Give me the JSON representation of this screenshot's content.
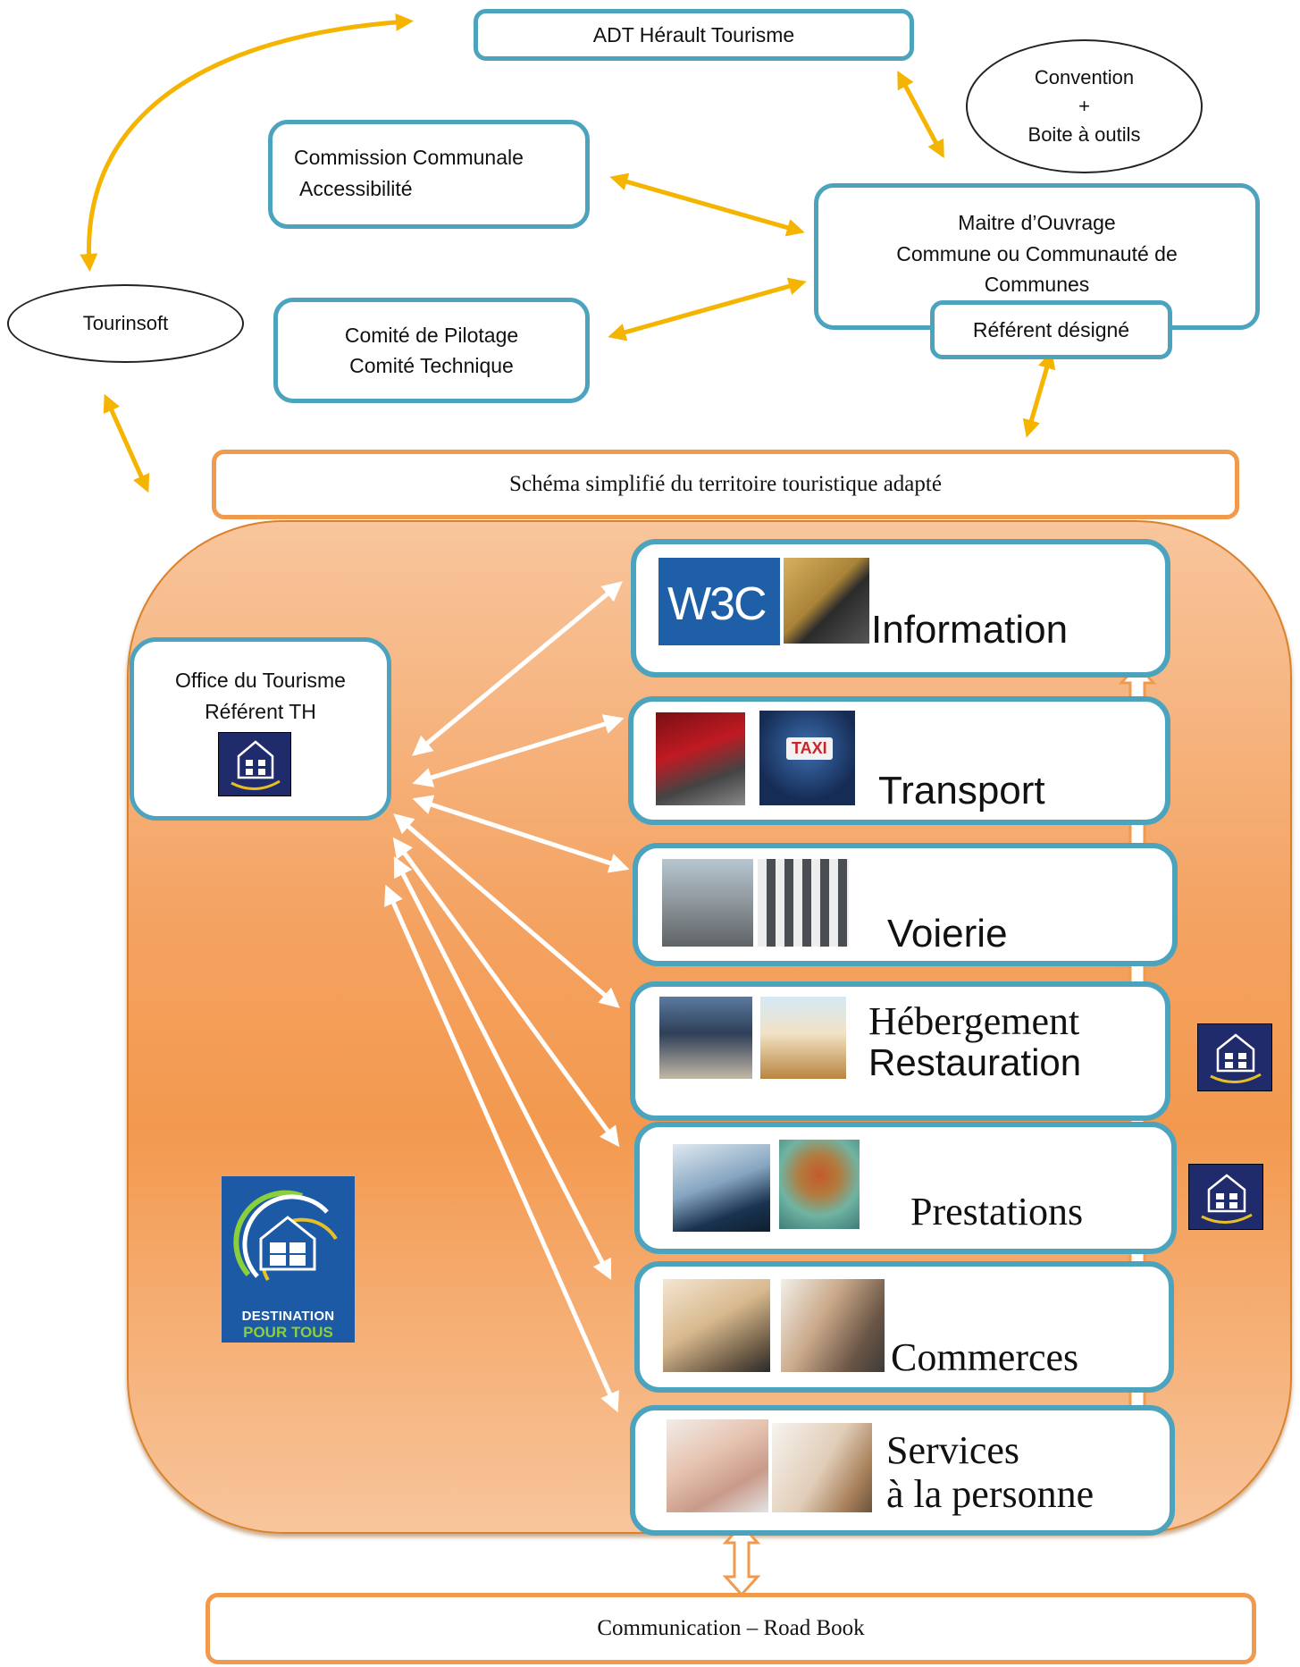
{
  "nodes": {
    "adt": "ADT Hérault Tourisme",
    "convention": [
      "Convention",
      "+",
      "Boite à outils"
    ],
    "commission": [
      "Commission Communale",
      "Accessibilité"
    ],
    "maitre": [
      "Maitre d’Ouvrage",
      "Commune ou Communauté de",
      "Communes"
    ],
    "referent": "Référent désigné",
    "tourinsoft": "Tourinsoft",
    "comite": [
      "Comité de Pilotage",
      "Comité Technique"
    ],
    "schema": "Schéma simplifié du territoire touristique adapté",
    "office": [
      "Office du Tourisme",
      "Référent TH"
    ],
    "communication": "Communication – Road Book"
  },
  "categories": {
    "information": "Information",
    "transport": "Transport",
    "voierie": "Voierie",
    "hebergement": [
      "Hébergement",
      "Restauration"
    ],
    "prestations": "Prestations",
    "commerces": "Commerces",
    "services": [
      "Services",
      "à la personne"
    ]
  },
  "logos": {
    "w3c": "W3C",
    "taxi": "TAXI",
    "destination_line1": "DESTINATION",
    "destination_line2": "POUR TOUS"
  },
  "colors": {
    "box_border": "#4ba3bd",
    "orange_border": "#f09a4e",
    "yellow_arrow": "#f4b400",
    "zone_orange": "#f4a261"
  }
}
